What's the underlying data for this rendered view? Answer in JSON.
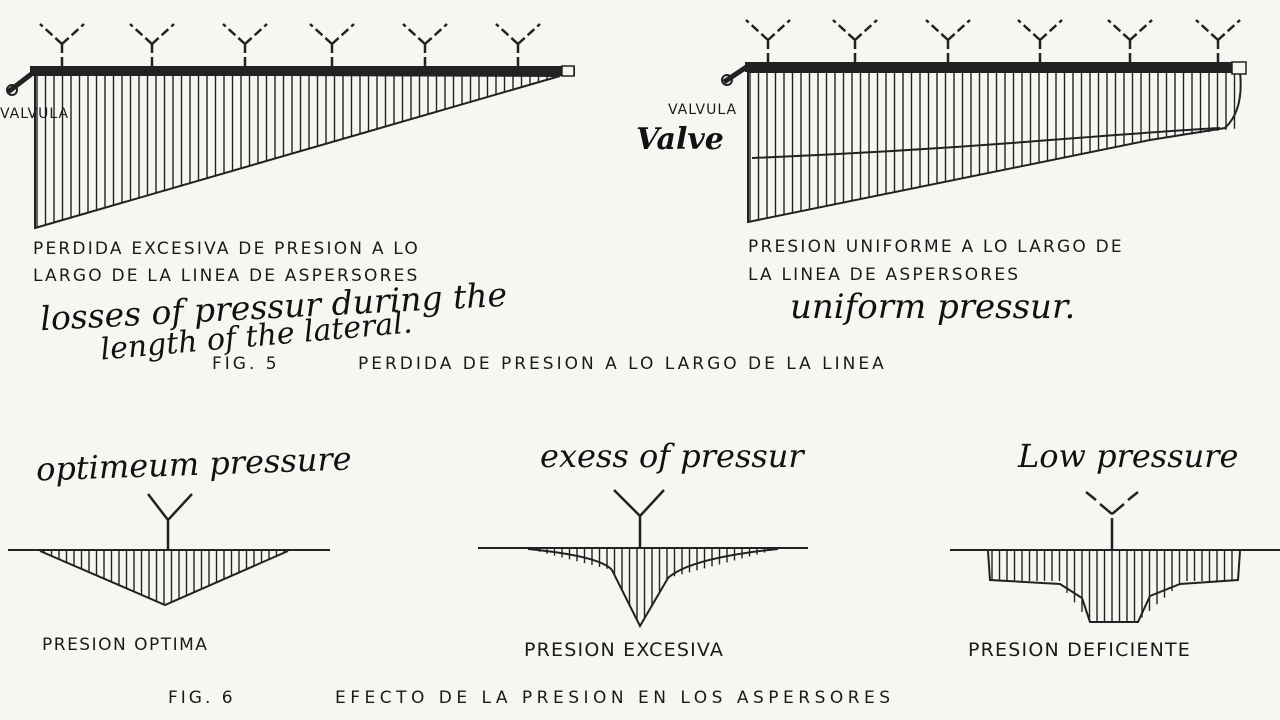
{
  "fig5": {
    "left": {
      "valve_label": "VALVULA",
      "caption_es_line1": "PERDIDA EXCESIVA DE PRESION A LO",
      "caption_es_line2": "LARGO DE LA LINEA DE ASPERSORES",
      "note_en_line1": "losses of pressur during the",
      "note_en_line2": "length of the lateral."
    },
    "right": {
      "valve_label": "VALVULA",
      "valve_label_en": "Valve",
      "caption_es_line1": "PRESION UNIFORME A LO LARGO DE",
      "caption_es_line2": "LA LINEA DE ASPERSORES",
      "note_en": "uniform pressur."
    },
    "fig_number": "FIG. 5",
    "title": "PERDIDA DE PRESION A LO LARGO DE LA LINEA"
  },
  "fig6": {
    "panels": [
      {
        "note_en": "optimeum pressure",
        "caption_es": "PRESION OPTIMA"
      },
      {
        "note_en": "exess of pressur",
        "caption_es": "PRESION EXCESIVA"
      },
      {
        "note_en": "Low pressure",
        "caption_es": "PRESION DEFICIENTE"
      }
    ],
    "fig_number": "FIG. 6",
    "title": "EFECTO DE LA PRESION EN LOS ASPERSORES"
  },
  "colors": {
    "ink": "#1a1a1a",
    "paper": "#f7f6f2"
  }
}
